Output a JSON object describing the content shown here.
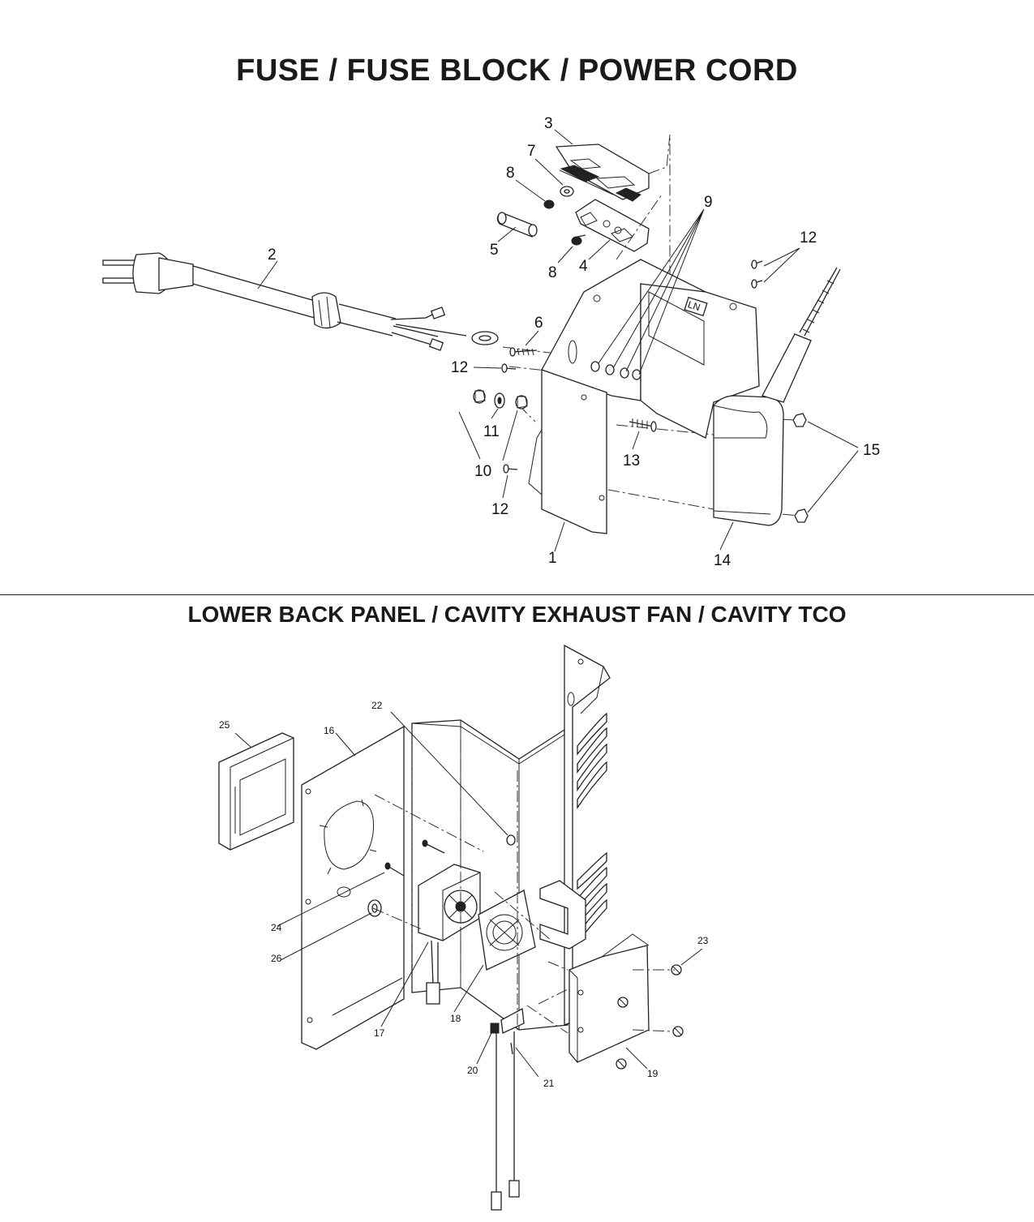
{
  "titles": {
    "top": "FUSE / FUSE BLOCK / POWER CORD",
    "bottom": "LOWER BACK PANEL / CAVITY EXHAUST FAN / CAVITY TCO"
  },
  "callouts_top": [
    {
      "id": "c1",
      "label": "1"
    },
    {
      "id": "c2",
      "label": "2"
    },
    {
      "id": "c3",
      "label": "3"
    },
    {
      "id": "c4",
      "label": "4"
    },
    {
      "id": "c5",
      "label": "5"
    },
    {
      "id": "c6",
      "label": "6"
    },
    {
      "id": "c7",
      "label": "7"
    },
    {
      "id": "c8a",
      "label": "8"
    },
    {
      "id": "c8b",
      "label": "8"
    },
    {
      "id": "c9",
      "label": "9"
    },
    {
      "id": "c10",
      "label": "10"
    },
    {
      "id": "c11",
      "label": "11"
    },
    {
      "id": "c12a",
      "label": "12"
    },
    {
      "id": "c12b",
      "label": "12"
    },
    {
      "id": "c12c",
      "label": "12"
    },
    {
      "id": "c13",
      "label": "13"
    },
    {
      "id": "c14",
      "label": "14"
    },
    {
      "id": "c15",
      "label": "15"
    }
  ],
  "callouts_bottom": [
    {
      "id": "c16",
      "label": "16"
    },
    {
      "id": "c17",
      "label": "17"
    },
    {
      "id": "c18",
      "label": "18"
    },
    {
      "id": "c19",
      "label": "19"
    },
    {
      "id": "c20",
      "label": "20"
    },
    {
      "id": "c21",
      "label": "21"
    },
    {
      "id": "c22",
      "label": "22"
    },
    {
      "id": "c23",
      "label": "23"
    },
    {
      "id": "c24",
      "label": "24"
    },
    {
      "id": "c25",
      "label": "25"
    },
    {
      "id": "c26",
      "label": "26"
    }
  ],
  "panel_marking": "LN",
  "icons": [
    "power-plug",
    "fuse",
    "fuse-block",
    "fuse-block-cover",
    "exhaust-fan",
    "thermal-cutoff",
    "screw",
    "nut",
    "washer"
  ]
}
